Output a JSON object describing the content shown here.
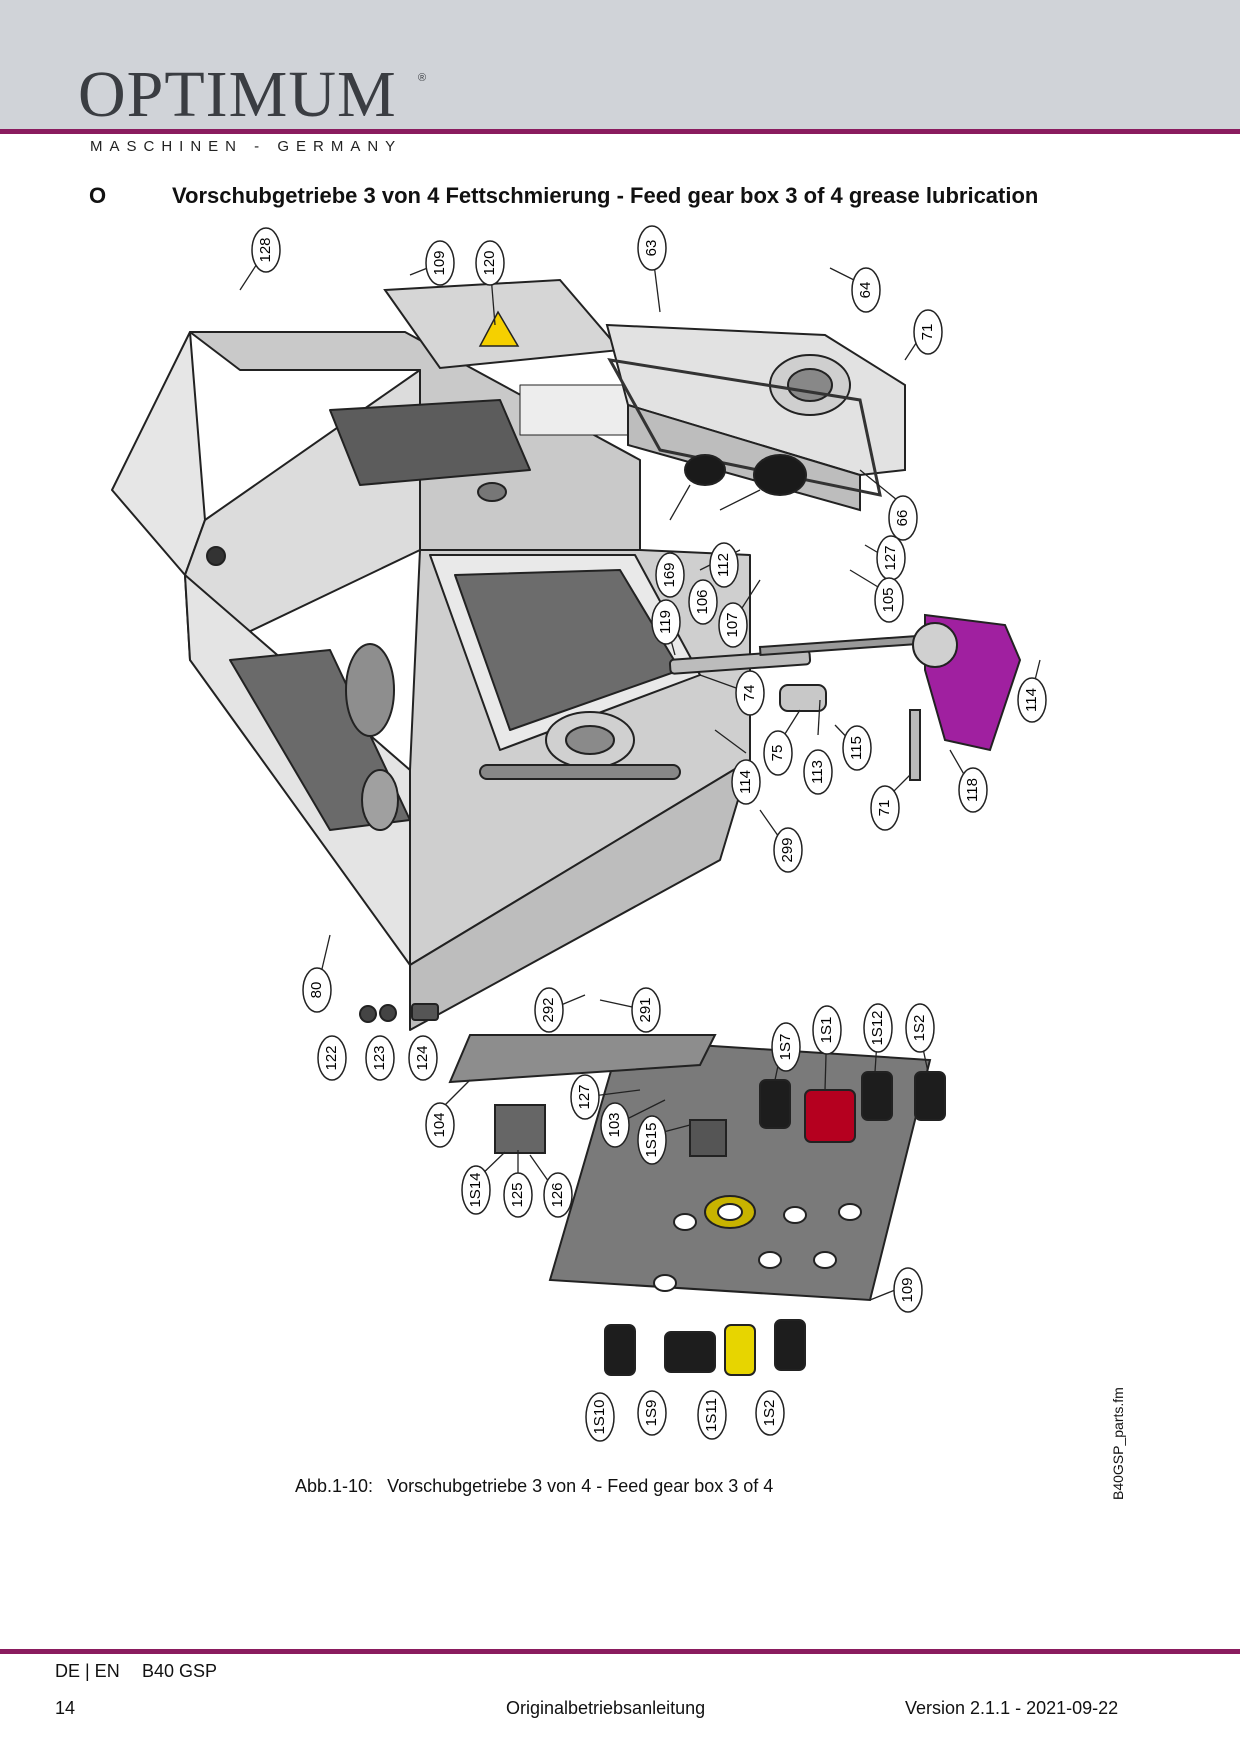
{
  "header": {
    "logo_text": "OPTIMUM",
    "logo_registered": "®",
    "logo_subline": "MASCHINEN - GERMANY",
    "accent_color": "#8a1c5f"
  },
  "section": {
    "letter": "O",
    "title": "Vorschubgetriebe 3 von 4 Fettschmierung - Feed gear box 3 of 4 grease lubrication"
  },
  "callouts": [
    {
      "id": "c128",
      "label": "128"
    },
    {
      "id": "c109a",
      "label": "109"
    },
    {
      "id": "c120",
      "label": "120"
    },
    {
      "id": "c63",
      "label": "63"
    },
    {
      "id": "c64",
      "label": "64"
    },
    {
      "id": "c71a",
      "label": "71"
    },
    {
      "id": "c66",
      "label": "66"
    },
    {
      "id": "c169",
      "label": "169"
    },
    {
      "id": "c112",
      "label": "112"
    },
    {
      "id": "c106",
      "label": "106"
    },
    {
      "id": "c107",
      "label": "107"
    },
    {
      "id": "c119",
      "label": "119"
    },
    {
      "id": "c127a",
      "label": "127"
    },
    {
      "id": "c105",
      "label": "105"
    },
    {
      "id": "c74",
      "label": "74"
    },
    {
      "id": "c114a",
      "label": "114"
    },
    {
      "id": "c114b",
      "label": "114"
    },
    {
      "id": "c75",
      "label": "75"
    },
    {
      "id": "c113",
      "label": "113"
    },
    {
      "id": "c115",
      "label": "115"
    },
    {
      "id": "c71b",
      "label": "71"
    },
    {
      "id": "c118",
      "label": "118"
    },
    {
      "id": "c299",
      "label": "299"
    },
    {
      "id": "c80",
      "label": "80"
    },
    {
      "id": "c292",
      "label": "292"
    },
    {
      "id": "c291",
      "label": "291"
    },
    {
      "id": "c122",
      "label": "122"
    },
    {
      "id": "c123",
      "label": "123"
    },
    {
      "id": "c124",
      "label": "124"
    },
    {
      "id": "c104",
      "label": "104"
    },
    {
      "id": "c127b",
      "label": "127"
    },
    {
      "id": "c103",
      "label": "103"
    },
    {
      "id": "c1S15",
      "label": "1S15"
    },
    {
      "id": "c1S7",
      "label": "1S7"
    },
    {
      "id": "c1S1",
      "label": "1S1"
    },
    {
      "id": "c1S12",
      "label": "1S12"
    },
    {
      "id": "c1S2a",
      "label": "1S2"
    },
    {
      "id": "c1S14",
      "label": "1S14"
    },
    {
      "id": "c125",
      "label": "125"
    },
    {
      "id": "c126",
      "label": "126"
    },
    {
      "id": "c109b",
      "label": "109"
    },
    {
      "id": "c1S10",
      "label": "1S10"
    },
    {
      "id": "c1S9",
      "label": "1S9"
    },
    {
      "id": "c1S11",
      "label": "1S11"
    },
    {
      "id": "c1S2b",
      "label": "1S2"
    }
  ],
  "figure": {
    "label": "Abb.1-10:",
    "caption": "Vorschubgetriebe 3 von 4 - Feed gear box 3 of 4",
    "side_file": "B40GSP_parts.fm",
    "highlight_color": "#a020a0"
  },
  "footer": {
    "lang": "DE | EN",
    "model": "B40 GSP",
    "page": "14",
    "center": "Originalbetriebsanleitung",
    "version": "Version 2.1.1 - 2021-09-22"
  }
}
